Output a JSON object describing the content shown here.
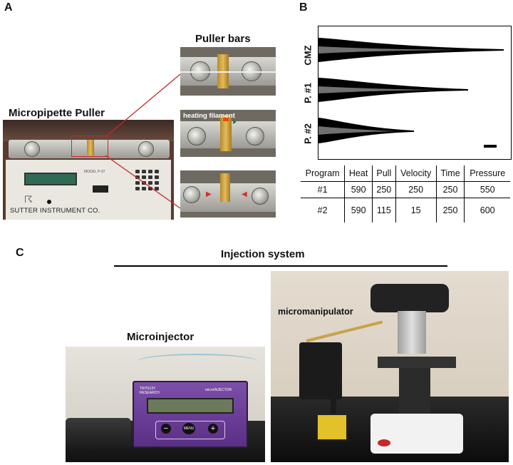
{
  "panels": {
    "a": "A",
    "b": "B",
    "c": "C"
  },
  "panel_a": {
    "title_puller": "Micropipette Puller",
    "title_bars": "Puller bars",
    "callout_heating": "heating filament",
    "brand_plate": "SUTTER INSTRUMENT CO.",
    "model_plate": "MODEL P-97"
  },
  "panel_b": {
    "profile_labels": [
      "CMZ",
      "P. #1",
      "P. #2"
    ],
    "table": {
      "headers": [
        "Program",
        "Heat",
        "Pull",
        "Velocity",
        "Time",
        "Pressure"
      ],
      "rows": [
        [
          "#1",
          "590",
          "250",
          "250",
          "250",
          "550"
        ],
        [
          "#2",
          "590",
          "115",
          "15",
          "250",
          "600"
        ]
      ]
    }
  },
  "panel_c": {
    "title": "Injection system",
    "label_injector": "Microinjector",
    "label_manipulator": "micromanipulator",
    "injector_brand": "TRITECH RESEARCH",
    "injector_model": "microINJECTOR",
    "btn_minus": "−",
    "btn_menu": "MENU",
    "btn_plus": "+"
  },
  "colors": {
    "callout_line": "#c62828",
    "lcd": "#2e6b56",
    "injector": "#6a3d96",
    "brass": "#c9962f"
  }
}
